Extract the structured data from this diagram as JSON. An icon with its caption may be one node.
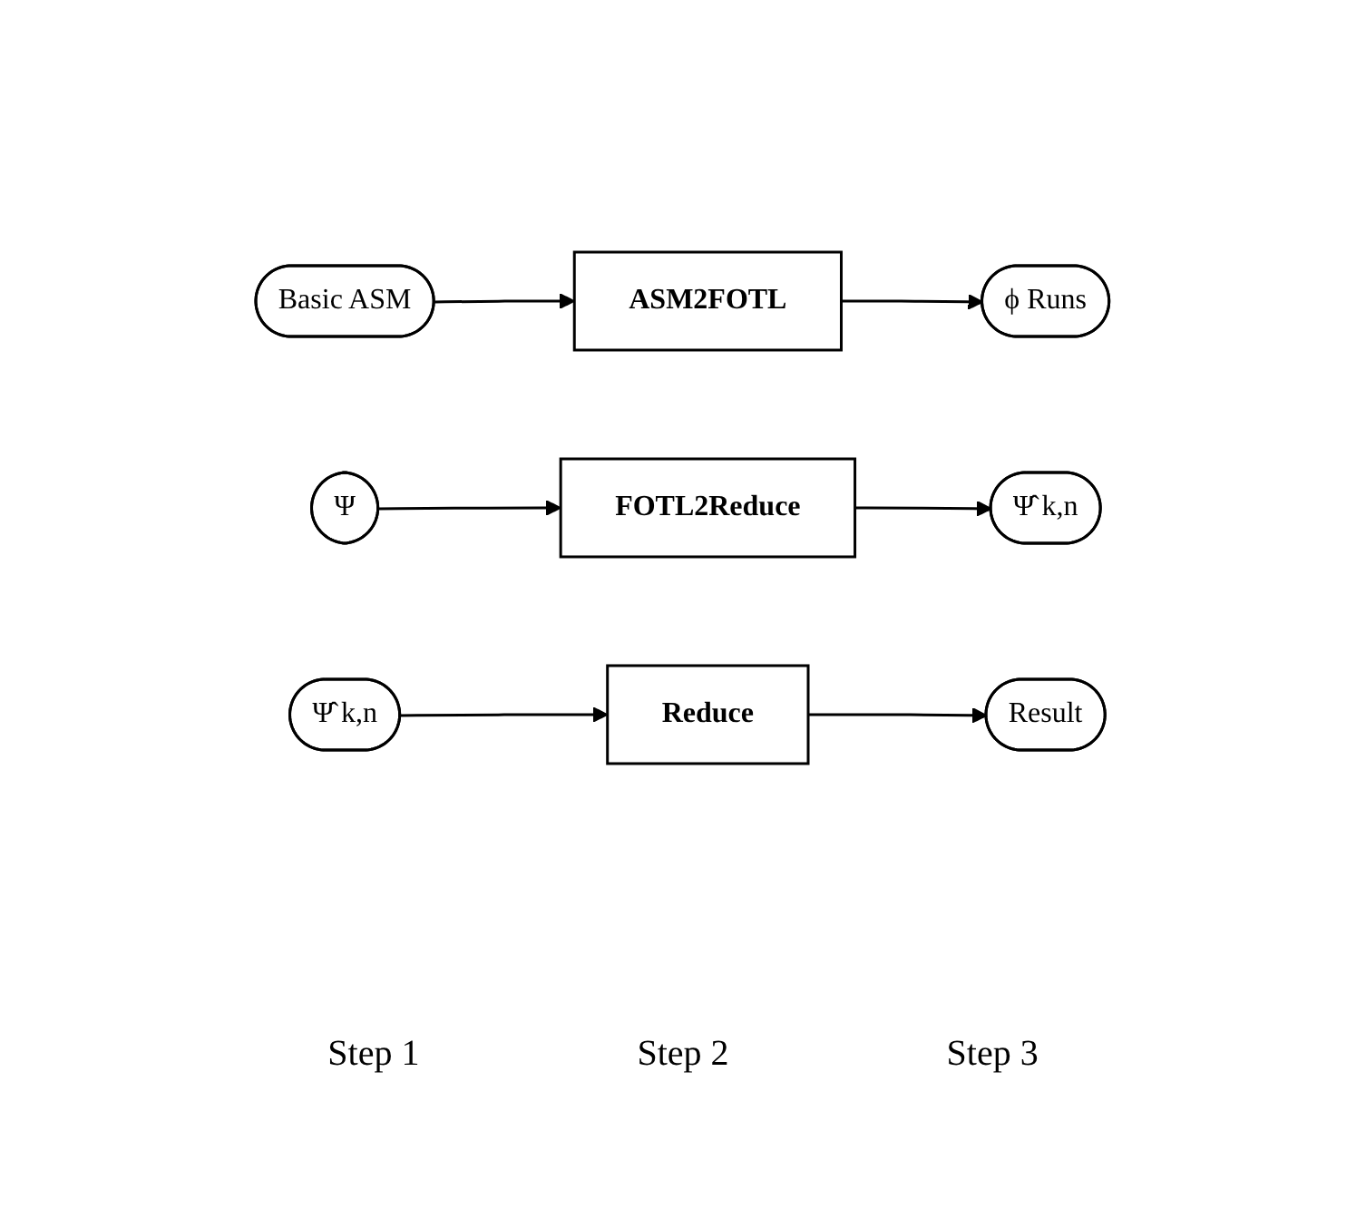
{
  "diagram": {
    "nodes": [
      {
        "text": [
          "Basic ASM"
        ]
      },
      {
        "text": [
          "ASM2FOTL"
        ]
      },
      {
        "text": [
          "ϕ Runs"
        ]
      },
      {
        "text": [
          "Ψ"
        ]
      },
      {
        "text": [
          "FOTL2Reduce"
        ]
      },
      {
        "text": [
          "Ψ̂ k,n"
        ]
      },
      {
        "text": [
          "Ψ̂ k,n"
        ]
      },
      {
        "text": [
          "Reduce"
        ]
      },
      {
        "text": [
          "Result"
        ]
      }
    ],
    "edges": [
      {
        "from": 0,
        "to": 1,
        "arrow": "to"
      },
      {
        "from": 1,
        "to": 2,
        "arrow": "to"
      },
      {
        "from": 3,
        "to": 4,
        "arrow": "to"
      },
      {
        "from": 4,
        "to": 5,
        "arrow": "to"
      },
      {
        "from": 6,
        "to": 7,
        "arrow": "to"
      },
      {
        "from": 7,
        "to": 8,
        "arrow": "to"
      }
    ],
    "labels": [
      "Step 1",
      "Step 2",
      "Step 3"
    ]
  }
}
